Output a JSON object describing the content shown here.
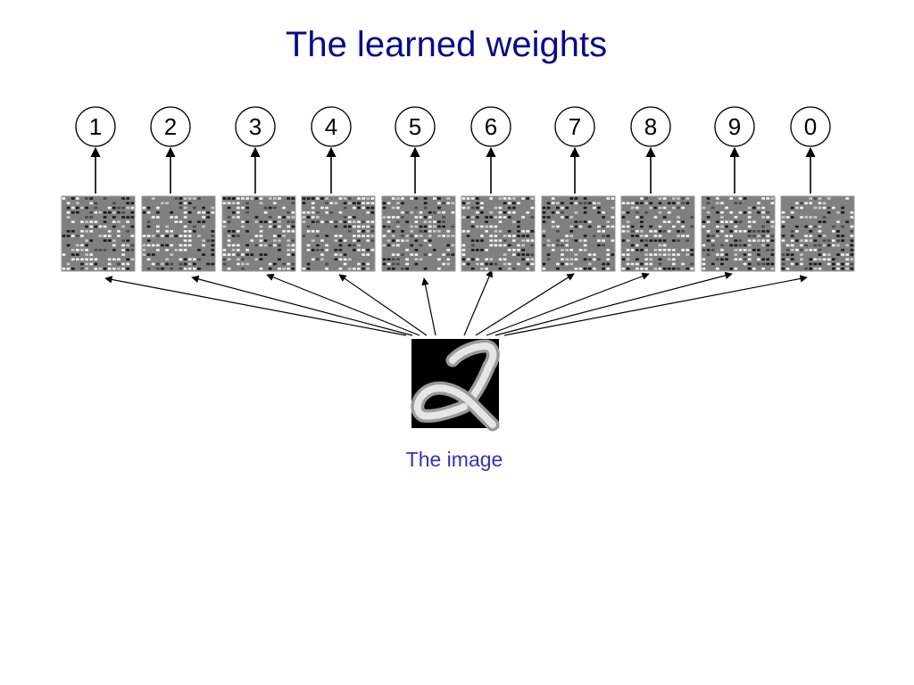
{
  "title": "The learned weights",
  "caption": "The image",
  "nodes": [
    {
      "label": "1"
    },
    {
      "label": "2"
    },
    {
      "label": "3"
    },
    {
      "label": "4"
    },
    {
      "label": "5"
    },
    {
      "label": "6"
    },
    {
      "label": "7"
    },
    {
      "label": "8"
    },
    {
      "label": "9"
    },
    {
      "label": "0"
    }
  ],
  "colors": {
    "title": "#0a0a8a",
    "caption": "#3333bb",
    "weight_background": "#808080",
    "image_background": "#000000"
  }
}
